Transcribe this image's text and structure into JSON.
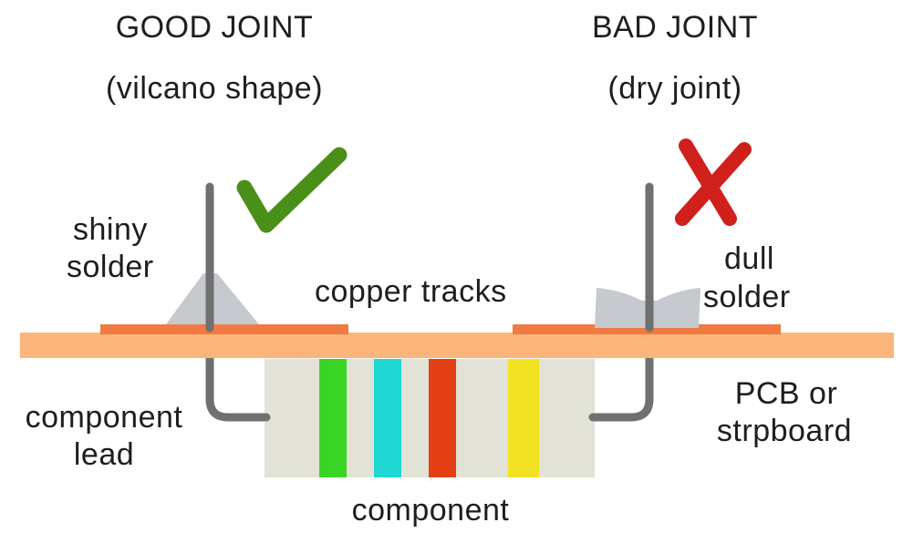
{
  "good": {
    "title": "GOOD JOINT",
    "subtitle": "(vilcano shape)",
    "mark_icon": "checkmark-icon",
    "mark_color": "#4a8f18"
  },
  "bad": {
    "title": "BAD JOINT",
    "subtitle": "(dry joint)",
    "mark_icon": "cross-icon",
    "mark_color": "#d0201c"
  },
  "labels": {
    "shiny_line1": "shiny",
    "shiny_line2": "solder",
    "copper_tracks": "copper tracks",
    "dull_line1": "dull",
    "dull_line2": "solder",
    "lead_line1": "component",
    "lead_line2": "lead",
    "pcb_line1": "PCB or",
    "pcb_line2": "strpboard",
    "component": "component"
  },
  "colors": {
    "pcb": "#f9b57a",
    "copper": "#f07a42",
    "lead": "#707070",
    "solder": "#c6c9ce",
    "component_body": "#e2e2d6",
    "band_1": "#3ad424",
    "band_2": "#1ed6d2",
    "band_3": "#e23f14",
    "band_4": "#f3e223"
  }
}
